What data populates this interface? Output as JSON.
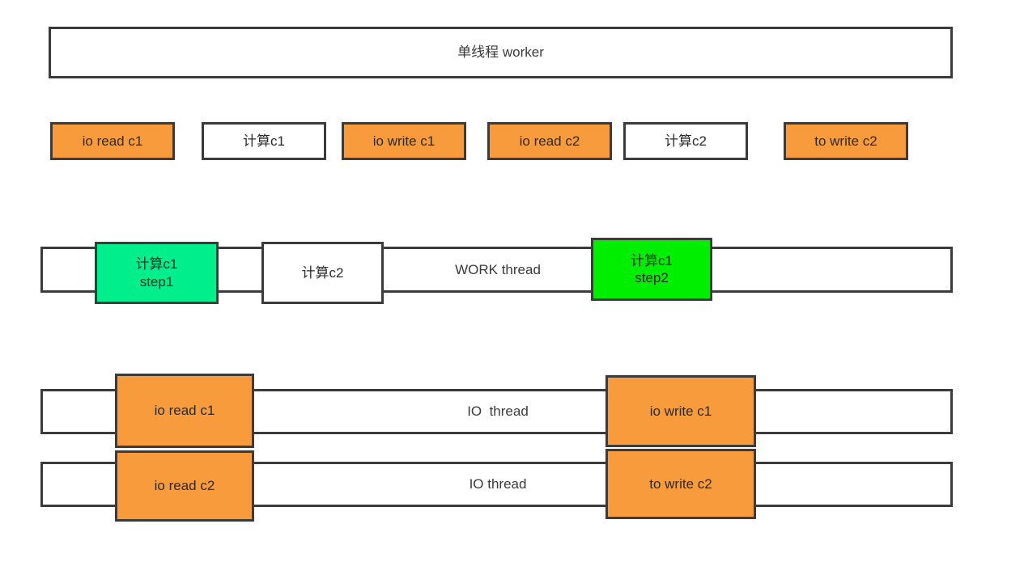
{
  "diagram": {
    "title_bar": {
      "label": "单线程 worker"
    },
    "single_thread_row": {
      "name": "single-thread-timeline",
      "steps": [
        {
          "label": "io read c1",
          "kind": "io",
          "color": "#F79B3C"
        },
        {
          "label": "计算c1",
          "kind": "compute",
          "color": "#FFFFFF"
        },
        {
          "label": "io write c1",
          "kind": "io",
          "color": "#F79B3C"
        },
        {
          "label": "io read c2",
          "kind": "io",
          "color": "#F79B3C"
        },
        {
          "label": "计算c2",
          "kind": "compute",
          "color": "#FFFFFF"
        },
        {
          "label": "to write c2",
          "kind": "io",
          "color": "#F79B3C"
        }
      ]
    },
    "work_thread_row": {
      "track_label": "WORK thread",
      "blocks": [
        {
          "label": "计算c1\nstep1",
          "color": "#00EE8B"
        },
        {
          "label": "计算c2",
          "color": "#FFFFFF"
        },
        {
          "label": "计算c1\nstep2",
          "color": "#00EE00"
        }
      ]
    },
    "io_thread_row_1": {
      "track_label": "IO  thread",
      "blocks": [
        {
          "label": "io read c1",
          "color": "#F79B3C"
        },
        {
          "label": "io write c1",
          "color": "#F79B3C"
        }
      ]
    },
    "io_thread_row_2": {
      "track_label": "IO thread",
      "blocks": [
        {
          "label": "io read c2",
          "color": "#F79B3C"
        },
        {
          "label": "to write c2",
          "color": "#F79B3C"
        }
      ]
    },
    "colors": {
      "stroke": "#3b3b3b",
      "io_orange": "#F79B3C",
      "compute_white": "#FFFFFF",
      "green_step1": "#00EE8B",
      "green_step2": "#00EE00",
      "text": "#3a3a3a",
      "background": "#FFFFFF"
    }
  }
}
